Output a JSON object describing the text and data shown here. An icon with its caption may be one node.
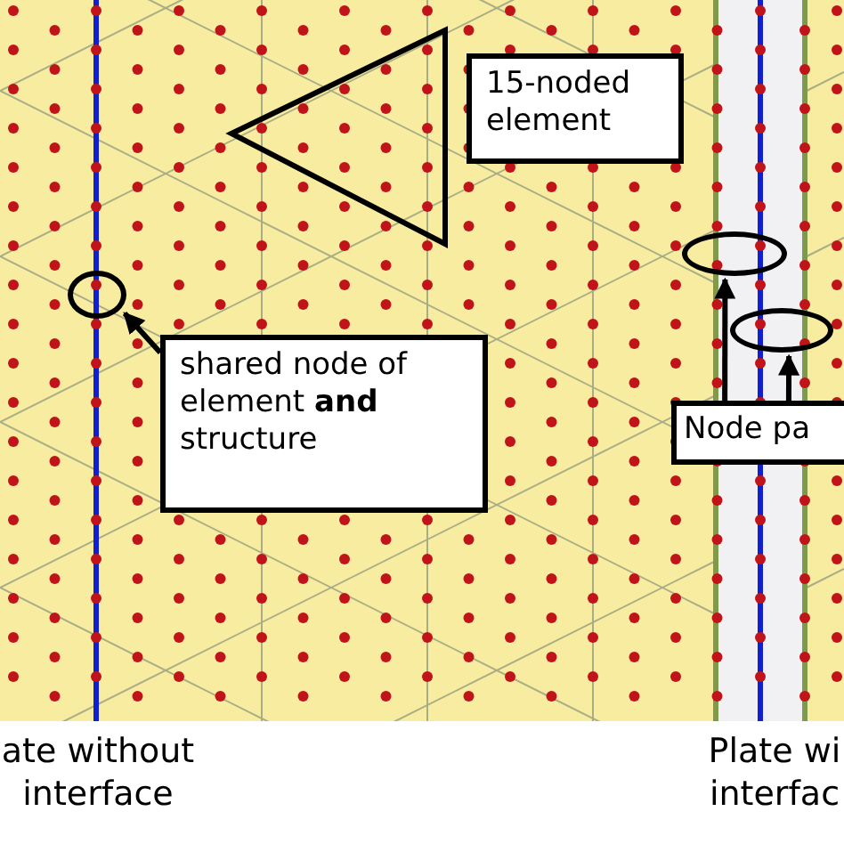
{
  "diagram": {
    "nodes": [
      {
        "text": [
          "15-noded element"
        ]
      },
      {
        "text": [
          "shared node of element **and** structure"
        ]
      },
      {
        "text": [],
        "shape": "circle"
      },
      {
        "text": [
          "Node pa"
        ]
      },
      {
        "text": [],
        "shape": "circle"
      },
      {
        "text": [],
        "shape": "circle"
      }
    ],
    "edges": [
      {
        "from": 1,
        "to": 2,
        "arrow": "to"
      },
      {
        "from": 3,
        "to": 4,
        "arrow": "to"
      },
      {
        "from": 3,
        "to": 5,
        "arrow": "to"
      }
    ],
    "labels": [
      "ate without interface",
      "Plate wi interfac"
    ]
  }
}
